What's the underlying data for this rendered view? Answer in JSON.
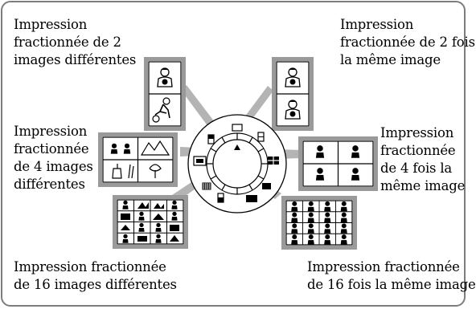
{
  "labels": {
    "split_2_different": {
      "line1": "Impression",
      "line2": "fractionnée de 2",
      "line3": "images différentes"
    },
    "split_2_same": {
      "line1": "Impression",
      "line2": "fractionnée de 2 fois",
      "line3": "la même image"
    },
    "split_4_different": {
      "line1": "Impression",
      "line2": "fractionnée",
      "line3": "de 4 images",
      "line4": "différentes"
    },
    "split_4_same": {
      "line1": "Impression",
      "line2": "fractionnée",
      "line3": "de 4 fois la",
      "line4": "même image"
    },
    "split_16_different": {
      "line1": "Impression fractionnée",
      "line2": "de 16 images différentes"
    },
    "split_16_same": {
      "line1": "Impression fractionnée",
      "line2": "de 16 fois la même image"
    }
  },
  "colors": {
    "frame_border": "#7d7d7d",
    "thumbnail_border": "#9a9a9a",
    "connector_gray": "#b4b4b4",
    "ink": "#000000"
  },
  "dial": {
    "icons": [
      "two-split-icon",
      "single-image-icon",
      "two-split-same-icon",
      "four-split-same-icon",
      "sixteen-split-same-icon",
      "dial-mode-icon",
      "sixteen-split-different-icon",
      "four-split-different-icon",
      "two-split-different-icon"
    ]
  }
}
